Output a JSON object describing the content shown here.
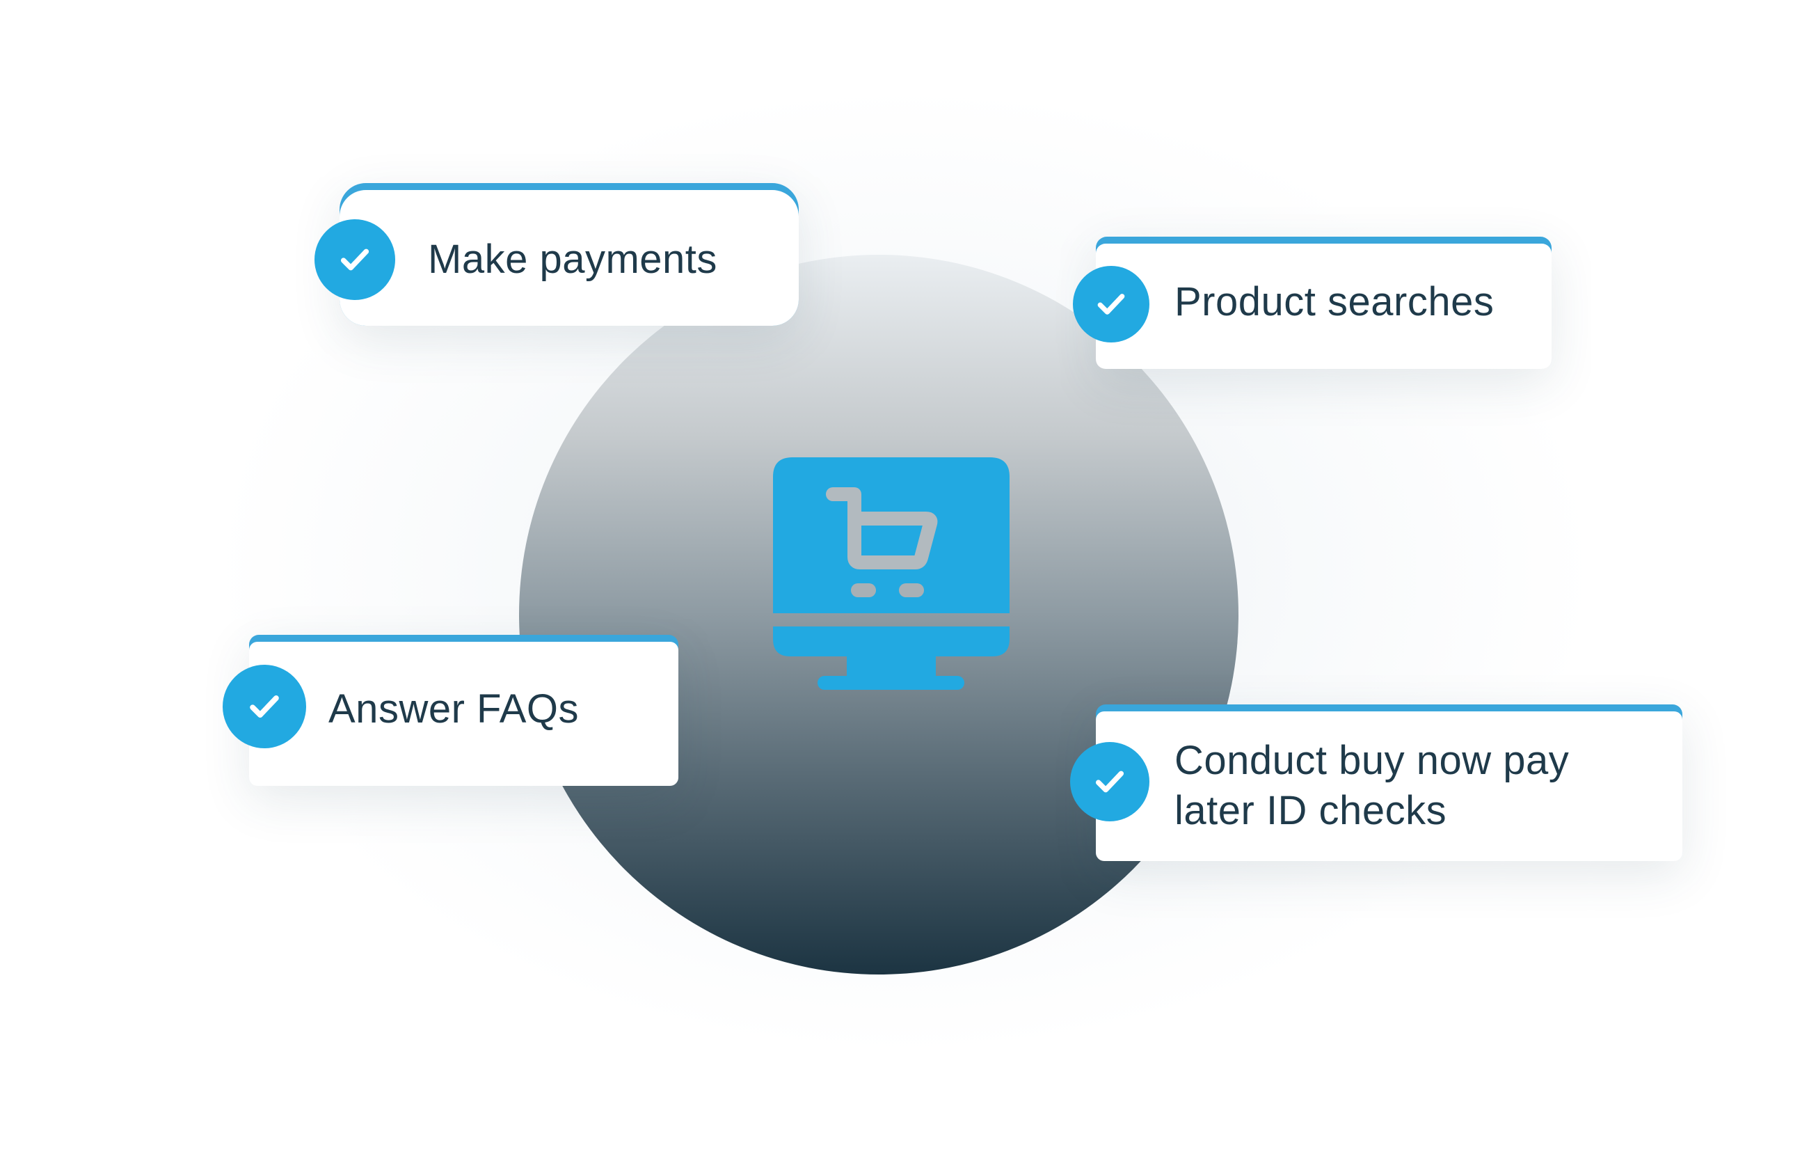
{
  "colors": {
    "accent": "#22a9e1",
    "card_border": "#3aa6db",
    "text": "#1f3a4a",
    "circle_top": "#eaeef1",
    "circle_bottom": "#1c3442",
    "cart": "#b2babf"
  },
  "center_icon": "monitor-shopping-cart-icon",
  "features": [
    {
      "label": "Make payments",
      "icon": "check-icon"
    },
    {
      "label": "Product searches",
      "icon": "check-icon"
    },
    {
      "label": "Answer FAQs",
      "icon": "check-icon"
    },
    {
      "line1": "Conduct buy now pay",
      "line2": "later ID checks",
      "icon": "check-icon"
    }
  ]
}
